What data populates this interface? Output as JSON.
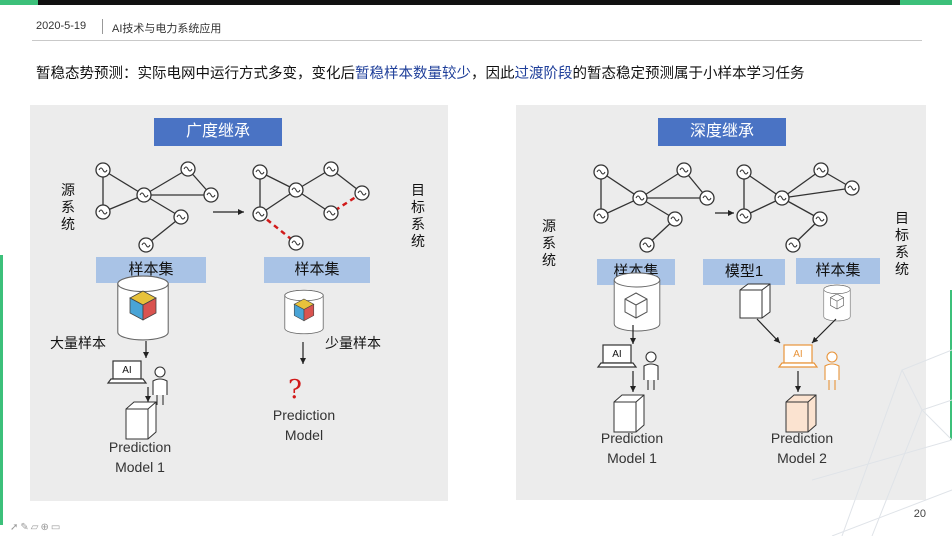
{
  "header": {
    "date": "2020-5-19",
    "title": "AI技术与电力系统应用"
  },
  "headline": {
    "p1": "暂稳态势预测：实际电网中运行方式多变，变化后",
    "h1": "暂稳样本数量较少",
    "p2": "，因此",
    "h2": "过渡阶段",
    "p3": "的暂态稳定预测属于小样本学习任务"
  },
  "left_panel": {
    "title": "广度继承",
    "source_label": "源系统",
    "target_label": "目标系统",
    "sample_set_1": "样本集",
    "sample_set_2": "样本集",
    "many_samples": "大量样本",
    "few_samples": "少量样本",
    "ai_label": "AI",
    "question_mark": "?",
    "pred1_line1": "Prediction",
    "pred1_line2": "Model 1",
    "pred2_line1": "Prediction",
    "pred2_line2": "Model"
  },
  "right_panel": {
    "title": "深度继承",
    "source_label": "源系统",
    "target_label": "目标系统",
    "sample_set_1": "样本集",
    "model_label": "模型1",
    "sample_set_2": "样本集",
    "ai_label_1": "AI",
    "ai_label_2": "AI",
    "pred1_line1": "Prediction",
    "pred1_line2": "Model 1",
    "pred2_line1": "Prediction",
    "pred2_line2": "Model 2"
  },
  "footer": {
    "page_number": "20",
    "toolbar_icons": [
      "pointer-icon",
      "pen-icon",
      "eraser-icon",
      "zoom-icon",
      "menu-icon"
    ]
  },
  "colors": {
    "title_bar": "#4a73c4",
    "label_bg": "#a9c3e6",
    "highlight": "#1f3f9a",
    "accent": "#3cc07a",
    "target_edge": "#d11a1a",
    "ai_orange": "#e8943a"
  }
}
